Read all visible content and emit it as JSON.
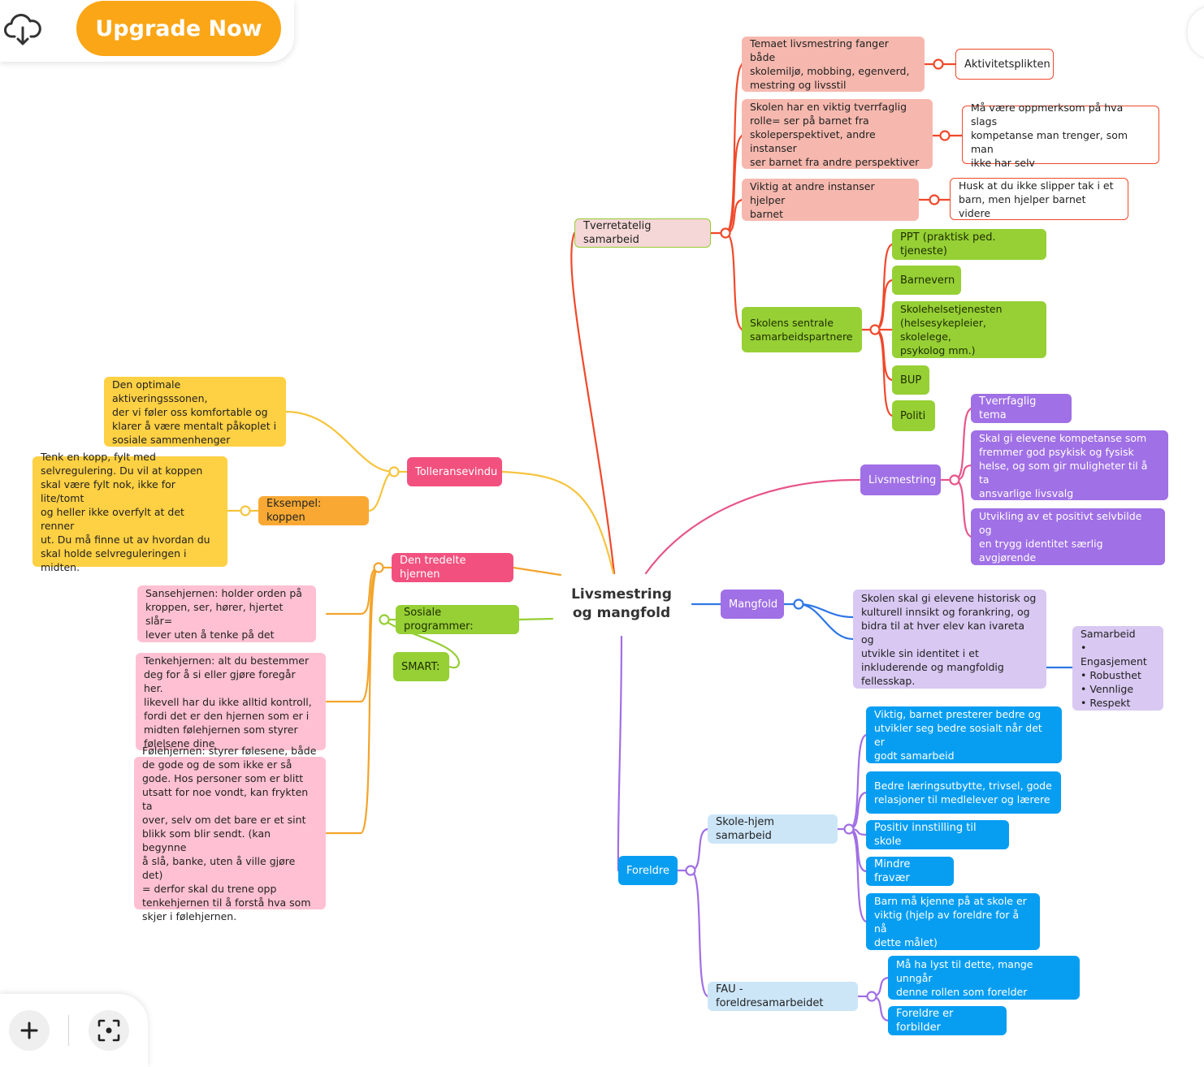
{
  "toolbar": {
    "upgrade_label": "Upgrade Now",
    "cloud_icon": "cloud-download-icon"
  },
  "bottom_toolbar": {
    "add_icon": "plus-icon",
    "focus_icon": "focus-center-icon"
  },
  "colors": {
    "red": "#F0492B",
    "pink": "#E6568A",
    "blue": "#2E77E6",
    "purple": "#A06FE5",
    "yellow": "#F6C43E",
    "orange": "#F3A42B",
    "green": "#96CE34"
  },
  "mindmap": {
    "central": "Livsmestring og mangfold",
    "nodes": [
      {
        "id": "tverr",
        "text": "Tverretatelig samarbeid",
        "style": "t-red"
      },
      {
        "id": "t1",
        "text": "Temaet livsmestring fanger både\nskolemiljø, mobbing, egenverd,\nmestring og livsstil",
        "style": "salmon"
      },
      {
        "id": "t1a",
        "text": "Aktivitetsplikten",
        "style": "o-red"
      },
      {
        "id": "t2",
        "text": "Skolen har en viktig tverrfaglig\nrolle= ser på barnet fra\nskoleperspektivet, andre instanser\nser barnet fra andre perspektiver",
        "style": "salmon"
      },
      {
        "id": "t2a",
        "text": "Må være oppmerksom på hva slags\nkompetanse man trenger, som man\nikke har selv",
        "style": "o-red"
      },
      {
        "id": "t3",
        "text": "Viktig at andre instanser hjelper\nbarnet",
        "style": "salmon"
      },
      {
        "id": "t3a",
        "text": "Husk at du ikke slipper tak i et\nbarn, men hjelper barnet videre",
        "style": "o-red"
      },
      {
        "id": "t4",
        "text": "Skolens sentrale\nsamarbeidspartnere",
        "style": "green"
      },
      {
        "id": "g1",
        "text": "PPT (praktisk ped. tjeneste)",
        "style": "green"
      },
      {
        "id": "g2",
        "text": "Barnevern",
        "style": "green"
      },
      {
        "id": "g3",
        "text": "Skolehelsetjenesten\n(helsesykepleier, skolelege,\npsykolog mm.)",
        "style": "green"
      },
      {
        "id": "g4",
        "text": "BUP",
        "style": "green"
      },
      {
        "id": "g5",
        "text": "Politi",
        "style": "green"
      },
      {
        "id": "livs",
        "text": "Livsmestring",
        "style": "violet"
      },
      {
        "id": "l1",
        "text": "Tverrfaglig tema",
        "style": "violet"
      },
      {
        "id": "l2",
        "text": "Skal gi elevene kompetanse som\nfremmer god psykisk og fysisk\nhelse, og som gir muligheter til å ta\nansvarlige livsvalg",
        "style": "violet"
      },
      {
        "id": "l3",
        "text": "Utvikling av et positivt selvbilde og\nen trygg identitet særlig\navgjørende",
        "style": "violet"
      },
      {
        "id": "mang",
        "text": "Mangfold",
        "style": "violet"
      },
      {
        "id": "m1",
        "text": "Skolen skal gi elevene historisk og\nkulturell innsikt og forankring, og\nbidra til at hver elev kan ivareta og\nutvikle sin identitet i et\ninkluderende og mangfoldig\nfellesskap.",
        "style": "lavender"
      },
      {
        "id": "m2",
        "text": "Samarbeid\n• Engasjement\n• Robusthet\n• Vennlige\n• Respekt",
        "style": "lavender"
      },
      {
        "id": "fore",
        "text": "Foreldre",
        "style": "blue"
      },
      {
        "id": "sh",
        "text": "Skole-hjem samarbeid",
        "style": "lightblue"
      },
      {
        "id": "s1",
        "text": "Viktig, barnet presterer bedre og\nutvikler seg bedre sosialt når det er\ngodt samarbeid",
        "style": "blue"
      },
      {
        "id": "s2",
        "text": "Bedre læringsutbytte, trivsel, gode\nrelasjoner til medlelever og lærere",
        "style": "blue"
      },
      {
        "id": "s3",
        "text": "Positiv innstilling til skole",
        "style": "blue"
      },
      {
        "id": "s4",
        "text": "Mindre fravær",
        "style": "blue"
      },
      {
        "id": "s5",
        "text": "Barn må kjenne på at skole er\nviktig (hjelp av foreldre for å nå\ndette målet)",
        "style": "blue"
      },
      {
        "id": "fau",
        "text": "FAU - foreldresamarbeidet",
        "style": "lightblue"
      },
      {
        "id": "f1",
        "text": "Må ha lyst til dette, mange unngår\ndenne rollen som forelder",
        "style": "blue"
      },
      {
        "id": "f2",
        "text": "Foreldre er forbilder",
        "style": "blue"
      },
      {
        "id": "toll",
        "text": "Tolleransevindu",
        "style": "rose"
      },
      {
        "id": "y1",
        "text": "Den optimale aktiveringsssonen,\nder vi føler oss komfortable og\nklarer å være mentalt påkoplet i\nsosiale sammenhenger",
        "style": "yellow"
      },
      {
        "id": "eks",
        "text": "Eksempel: koppen",
        "style": "orange"
      },
      {
        "id": "y2",
        "text": "Tenk en kopp, fylt med\nselvregulering. Du vil at koppen\nskal være fylt nok, ikke for lite/tomt\nog heller ikke overfylt at det renner\nut. Du må finne ut av hvordan du\nskal holde selvreguleringen i\nmidten.",
        "style": "yellow"
      },
      {
        "id": "tred",
        "text": "Den tredelte hjernen",
        "style": "rose"
      },
      {
        "id": "h1",
        "text": "Sansehjernen: holder orden på\nkroppen, ser, hører, hjertet slår=\nlever uten å tenke på det",
        "style": "lightpink"
      },
      {
        "id": "h2",
        "text": "Tenkehjernen: alt du bestemmer\ndeg for å si eller gjøre foregår her.\nlikevell har du ikke alltid kontroll,\nfordi det er den hjernen som er i\nmidten følehjernen som styrer\nfølelsene dine",
        "style": "lightpink"
      },
      {
        "id": "h3",
        "text": "Følehjernen: styrer følesene, både\nde gode og de som ikke er så\ngode. Hos personer som er blitt\nutsatt for noe vondt, kan frykten ta\nover, selv om det bare er et sint\nblikk som blir sendt. (kan begynne\nå slå, banke, uten å ville gjøre det)\n= derfor skal du trene opp\ntenkehjernen til å forstå hva som\nskjer i følehjernen.",
        "style": "lightpink"
      },
      {
        "id": "sos",
        "text": "Sosiale programmer:",
        "style": "green"
      },
      {
        "id": "smart",
        "text": "SMART:",
        "style": "green"
      }
    ]
  }
}
